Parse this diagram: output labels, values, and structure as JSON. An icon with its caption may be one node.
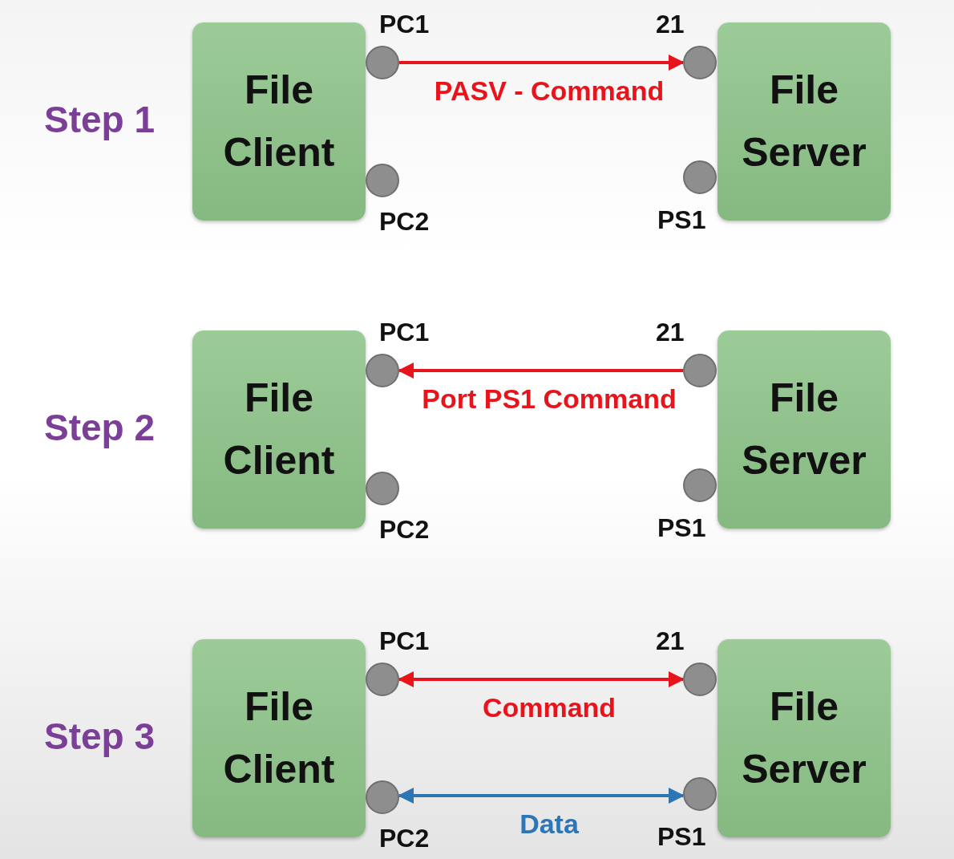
{
  "diagram": {
    "nodes": [
      {
        "text": [
          "File Client"
        ]
      },
      {
        "text": [],
        "shape": "circle",
        "beside": [
          "PC1"
        ]
      },
      {
        "text": [],
        "shape": "circle",
        "beside": [
          "PC2"
        ]
      },
      {
        "text": [],
        "shape": "circle",
        "beside": [
          "21"
        ]
      },
      {
        "text": [],
        "shape": "circle",
        "beside": [
          "PS1"
        ]
      },
      {
        "text": [
          "File Server"
        ]
      },
      {
        "text": [
          "File Client"
        ]
      },
      {
        "text": [],
        "shape": "circle",
        "beside": [
          "PC1"
        ]
      },
      {
        "text": [],
        "shape": "circle",
        "beside": [
          "PC2"
        ]
      },
      {
        "text": [],
        "shape": "circle",
        "beside": [
          "21"
        ]
      },
      {
        "text": [],
        "shape": "circle",
        "beside": [
          "PS1"
        ]
      },
      {
        "text": [
          "File Server"
        ]
      },
      {
        "text": [
          "File Client"
        ]
      },
      {
        "text": [],
        "shape": "circle",
        "beside": [
          "PC1"
        ]
      },
      {
        "text": [],
        "shape": "circle",
        "beside": [
          "PC2"
        ]
      },
      {
        "text": [],
        "shape": "circle",
        "beside": [
          "21"
        ]
      },
      {
        "text": [],
        "shape": "circle",
        "beside": [
          "PS1"
        ]
      },
      {
        "text": [
          "File Server"
        ]
      }
    ],
    "edges": [
      {
        "from": 1,
        "to": 3,
        "arrow": "to",
        "label": "PASV - Command"
      },
      {
        "from": 9,
        "to": 7,
        "arrow": "to",
        "label": "Port PS1 Command"
      },
      {
        "from": 13,
        "to": 15,
        "arrow": "both",
        "label": "Command"
      },
      {
        "from": 14,
        "to": 16,
        "arrow": "both",
        "label": "Data",
        "color": "#2e75b6"
      }
    ],
    "labels": [
      "Step 1",
      "Step 2",
      "Step 3"
    ]
  }
}
